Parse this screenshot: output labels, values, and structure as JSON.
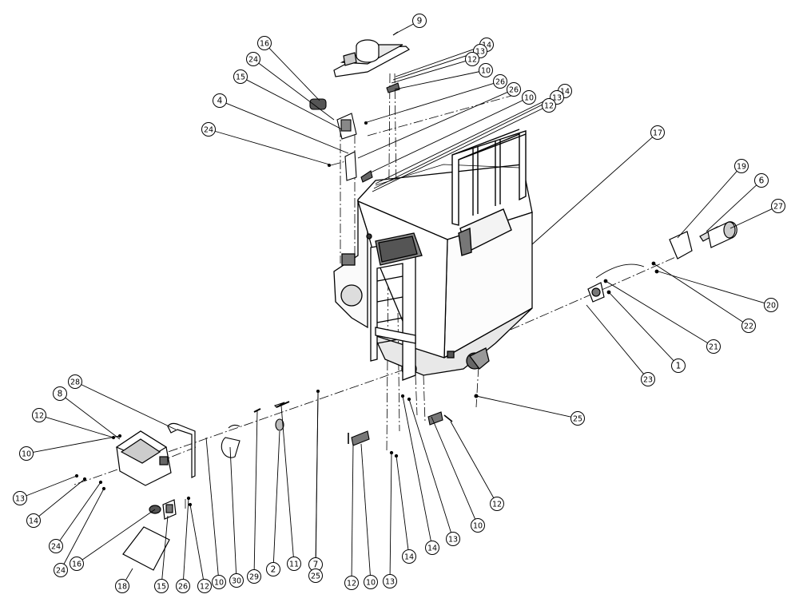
{
  "callouts": [
    {
      "label": "9"
    },
    {
      "label": "14"
    },
    {
      "label": "13"
    },
    {
      "label": "12"
    },
    {
      "label": "10"
    },
    {
      "label": "26"
    },
    {
      "label": "26"
    },
    {
      "label": "10"
    },
    {
      "label": "14"
    },
    {
      "label": "13"
    },
    {
      "label": "12"
    },
    {
      "label": "16"
    },
    {
      "label": "24"
    },
    {
      "label": "15"
    },
    {
      "label": "4"
    },
    {
      "label": "24"
    },
    {
      "label": "17"
    },
    {
      "label": "19"
    },
    {
      "label": "6"
    },
    {
      "label": "27"
    },
    {
      "label": "20"
    },
    {
      "label": "22"
    },
    {
      "label": "21"
    },
    {
      "label": "1"
    },
    {
      "label": "23"
    },
    {
      "label": "25"
    },
    {
      "label": "28"
    },
    {
      "label": "8"
    },
    {
      "label": "12"
    },
    {
      "label": "10"
    },
    {
      "label": "13"
    },
    {
      "label": "14"
    },
    {
      "label": "24"
    },
    {
      "label": "24"
    },
    {
      "label": "16"
    },
    {
      "label": "18"
    },
    {
      "label": "15"
    },
    {
      "label": "26"
    },
    {
      "label": "12"
    },
    {
      "label": "10"
    },
    {
      "label": "30"
    },
    {
      "label": "29"
    },
    {
      "label": "2"
    },
    {
      "label": "11"
    },
    {
      "label": "7"
    },
    {
      "label": "25"
    },
    {
      "label": "12"
    },
    {
      "label": "10"
    },
    {
      "label": "13"
    },
    {
      "label": "14"
    },
    {
      "label": "14"
    },
    {
      "label": "13"
    },
    {
      "label": "10"
    },
    {
      "label": "12"
    }
  ]
}
